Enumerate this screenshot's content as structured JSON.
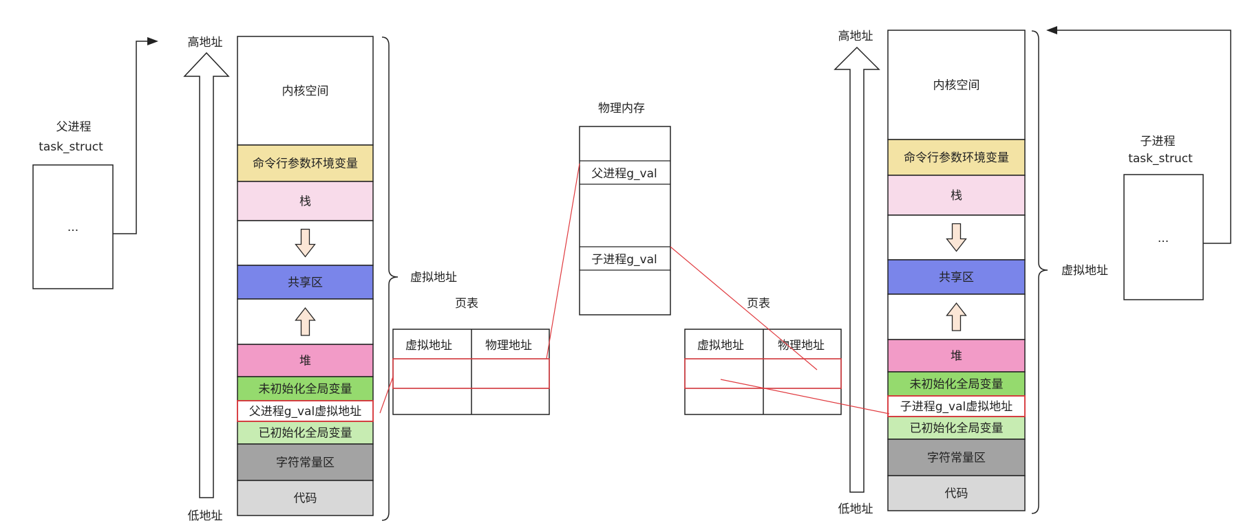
{
  "colors": {
    "stroke": "#222222",
    "highlight": "#e0393e",
    "white": "#ffffff",
    "env": "#f3e3a4",
    "stack": "#f8dbea",
    "shared": "#7a85ea",
    "heap": "#f29bc7",
    "bss": "#95da6e",
    "data": "#c7ecb2",
    "rodata": "#a3a3a3",
    "code": "#d8d8d8",
    "small_arrow_fill": "#fbe6d6"
  },
  "parent": {
    "process_label": "父进程",
    "task_struct_label": "task_struct",
    "box_text": "...",
    "high_addr": "高地址",
    "low_addr": "低地址",
    "virtual_addr": "虚拟地址",
    "segments": [
      {
        "key": "kernel",
        "label": "内核空间",
        "color": "#ffffff"
      },
      {
        "key": "env",
        "label": "命令行参数环境变量",
        "color": "#f3e3a4"
      },
      {
        "key": "stack",
        "label": "栈",
        "color": "#f8dbea"
      },
      {
        "key": "gap1",
        "label": "",
        "color": "#ffffff",
        "arrow": "down"
      },
      {
        "key": "shared",
        "label": "共享区",
        "color": "#7a85ea"
      },
      {
        "key": "gap2",
        "label": "",
        "color": "#ffffff",
        "arrow": "up"
      },
      {
        "key": "heap",
        "label": "堆",
        "color": "#f29bc7"
      },
      {
        "key": "bss",
        "label": "未初始化全局变量",
        "color": "#95da6e"
      },
      {
        "key": "gval",
        "label": "父进程g_val虚拟地址",
        "color": "#ffffff",
        "highlight": true
      },
      {
        "key": "data",
        "label": "已初始化全局变量",
        "color": "#c7ecb2"
      },
      {
        "key": "rodata",
        "label": "字符常量区",
        "color": "#a3a3a3"
      },
      {
        "key": "code",
        "label": "代码",
        "color": "#d8d8d8"
      }
    ]
  },
  "child": {
    "process_label": "子进程",
    "task_struct_label": "task_struct",
    "box_text": "...",
    "high_addr": "高地址",
    "low_addr": "低地址",
    "virtual_addr": "虚拟地址",
    "segments": [
      {
        "key": "kernel",
        "label": "内核空间",
        "color": "#ffffff"
      },
      {
        "key": "env",
        "label": "命令行参数环境变量",
        "color": "#f3e3a4"
      },
      {
        "key": "stack",
        "label": "栈",
        "color": "#f8dbea"
      },
      {
        "key": "gap1",
        "label": "",
        "color": "#ffffff",
        "arrow": "down"
      },
      {
        "key": "shared",
        "label": "共享区",
        "color": "#7a85ea"
      },
      {
        "key": "gap2",
        "label": "",
        "color": "#ffffff",
        "arrow": "up"
      },
      {
        "key": "heap",
        "label": "堆",
        "color": "#f29bc7"
      },
      {
        "key": "bss",
        "label": "未初始化全局变量",
        "color": "#95da6e"
      },
      {
        "key": "gval",
        "label": "子进程g_val虚拟地址",
        "color": "#ffffff",
        "highlight": true
      },
      {
        "key": "data",
        "label": "已初始化全局变量",
        "color": "#c7ecb2"
      },
      {
        "key": "rodata",
        "label": "字符常量区",
        "color": "#a3a3a3"
      },
      {
        "key": "code",
        "label": "代码",
        "color": "#d8d8d8"
      }
    ]
  },
  "page_table_parent": {
    "title": "页表",
    "col_virtual": "虚拟地址",
    "col_physical": "物理地址"
  },
  "page_table_child": {
    "title": "页表",
    "col_virtual": "虚拟地址",
    "col_physical": "物理地址"
  },
  "physical_memory": {
    "title": "物理内存",
    "parent_cell": "父进程g_val",
    "child_cell": "子进程g_val"
  }
}
